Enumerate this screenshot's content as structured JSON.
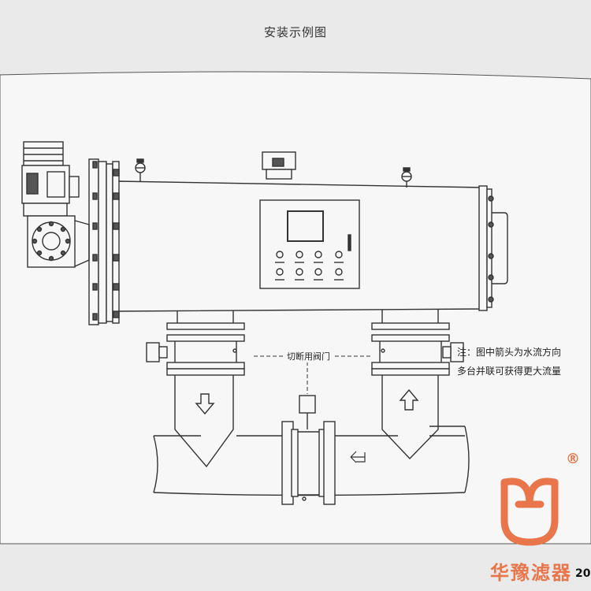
{
  "title": "安装示例图",
  "valve_label": "切断用阀门",
  "note_line1": "注：图中箭头为水流方向",
  "note_line2": "多台并联可获得更大流量",
  "brand_text": "华豫滤器",
  "registered_mark": "®",
  "page_number": "20",
  "colors": {
    "background": "#eaeaea",
    "paper": "#f7f7f7",
    "line": "#333333",
    "brand": "#e8764a"
  }
}
